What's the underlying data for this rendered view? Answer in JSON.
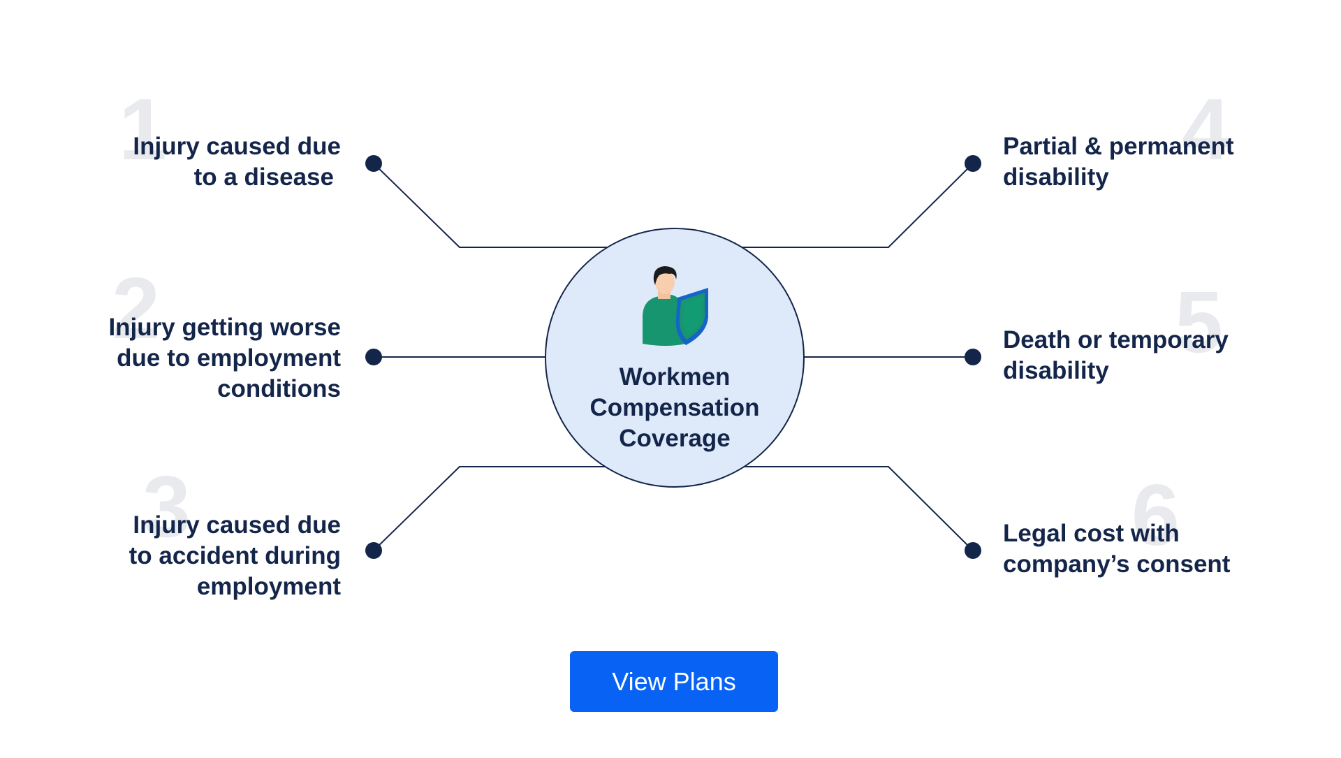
{
  "hub": {
    "title_lines": [
      "Workmen",
      "Compensation",
      "Coverage"
    ],
    "icon": "worker-with-shield-icon",
    "fill_color": "#deeaf9"
  },
  "items": [
    {
      "number": "1",
      "lines": [
        "Injury caused due",
        "to a disease"
      ]
    },
    {
      "number": "2",
      "lines": [
        "Injury getting worse",
        "due to employment",
        "conditions"
      ]
    },
    {
      "number": "3",
      "lines": [
        "Injury caused due",
        "to accident during",
        "employment"
      ]
    },
    {
      "number": "4",
      "lines": [
        "Partial & permanent",
        "disability"
      ]
    },
    {
      "number": "5",
      "lines": [
        "Death or temporary",
        "disability"
      ]
    },
    {
      "number": "6",
      "lines": [
        "Legal cost with",
        "company’s consent"
      ]
    }
  ],
  "cta": {
    "label": "View Plans",
    "color": "#0863f5"
  },
  "colors": {
    "text": "#14254a",
    "line": "#14254a",
    "number_watermark": "#e9eaee"
  }
}
